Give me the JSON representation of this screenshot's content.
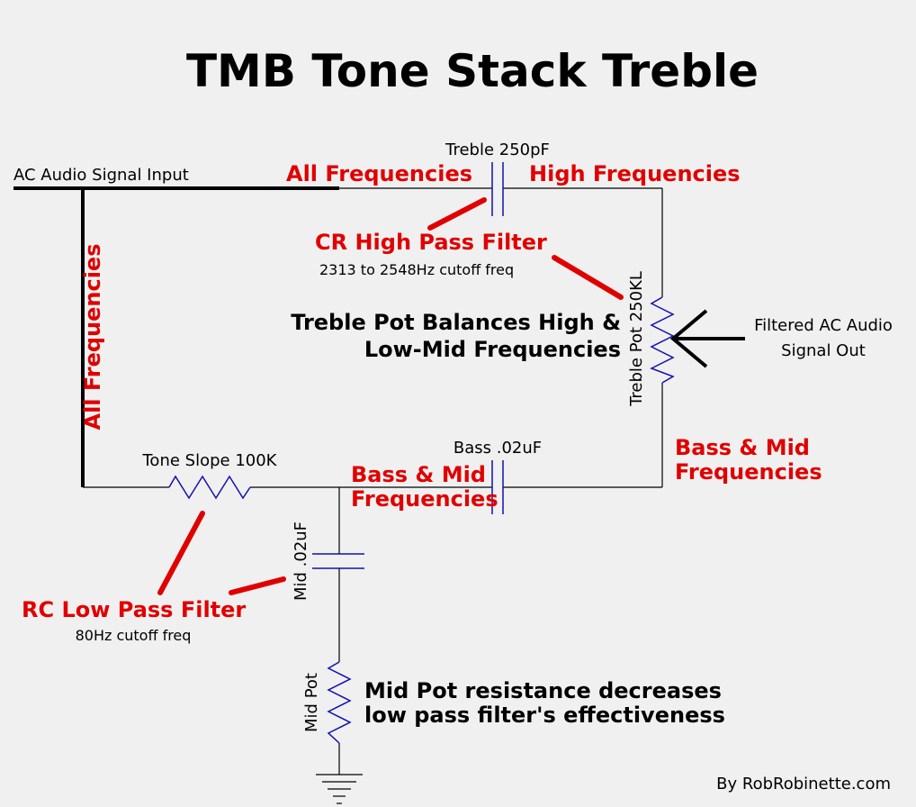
{
  "title": "TMB Tone Stack Treble",
  "input_label": "AC Audio Signal Input",
  "output_label_1": "Filtered AC Audio",
  "output_label_2": "Signal Out",
  "components": {
    "treble_cap": "Treble 250pF",
    "treble_pot": "Treble  Pot  250KL",
    "bass_cap": "Bass .02uF",
    "tone_slope": "Tone Slope 100K",
    "mid_cap": "Mid .02uF",
    "mid_pot": "Mid Pot"
  },
  "annotations": {
    "all_freq_top": "All Frequencies",
    "high_freq": "High Frequencies",
    "all_freq_vertical": "All Frequencies",
    "cr_filter": "CR High Pass Filter",
    "cr_cutoff": "2313 to 2548Hz cutoff freq",
    "treble_balance_1": "Treble Pot Balances High &",
    "treble_balance_2": "Low-Mid Frequencies",
    "bass_mid_right_1": "Bass & Mid",
    "bass_mid_right_2": "Frequencies",
    "bass_mid_center_1": "Bass & Mid",
    "bass_mid_center_2": "Frequencies",
    "rc_filter": "RC Low Pass Filter",
    "rc_cutoff": "80Hz cutoff freq",
    "mid_pot_note_1": "Mid Pot resistance decreases",
    "mid_pot_note_2": "low pass filter's effectiveness"
  },
  "credit": "By RobRobinette.com",
  "colors": {
    "annotation": "#e00000",
    "component": "#1010b0",
    "background": "#f0f0f0"
  }
}
